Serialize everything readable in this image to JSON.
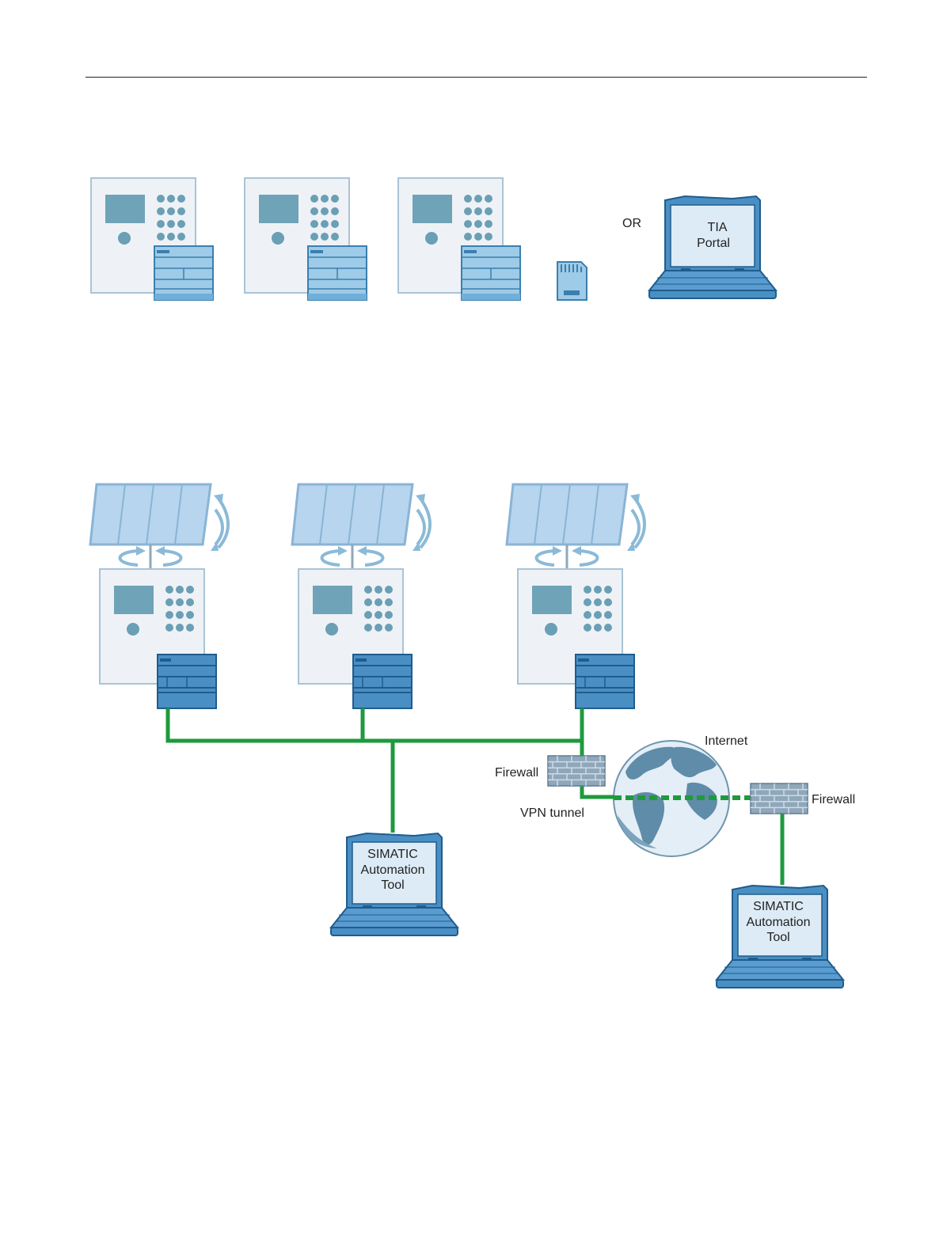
{
  "top_diagram": {
    "or_label": "OR",
    "laptop_lines": [
      "TIA",
      "Portal"
    ]
  },
  "network_diagram": {
    "internet_label": "Internet",
    "firewall_left_label": "Firewall",
    "firewall_right_label": "Firewall",
    "vpn_label": "VPN tunnel",
    "laptop_left_lines": [
      "SIMATIC",
      "Automation",
      "Tool"
    ],
    "laptop_right_lines": [
      "SIMATIC",
      "Automation",
      "Tool"
    ]
  },
  "colors": {
    "network_line": "#1e9a3c",
    "device_blue": "#4a8fc4",
    "device_light": "#9ecbe8",
    "cabinet_fill": "#eef2f6",
    "cabinet_border": "#a9c4d6"
  }
}
